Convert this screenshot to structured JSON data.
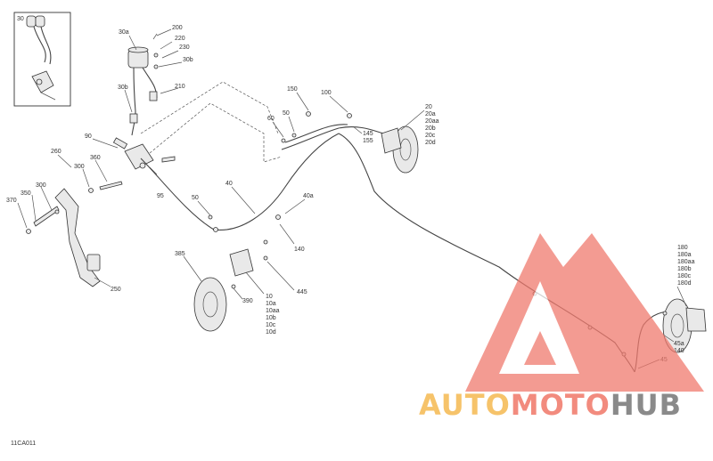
{
  "labels": {
    "inset": "30",
    "p200": "200",
    "p220": "220",
    "p230": "230",
    "p30a": "30a",
    "p30b_top": "30b",
    "p30b": "30b",
    "p210": "210",
    "p90": "90",
    "p95": "95",
    "p260": "260",
    "p300a": "300",
    "p360": "360",
    "p300b": "300",
    "p370": "370",
    "p350": "350",
    "p250": "250",
    "p40": "40",
    "p40a": "40a",
    "p50a": "50",
    "p140a": "140",
    "p150": "150",
    "p50b": "50",
    "p60": "60",
    "p100": "100",
    "p145": "145",
    "p155": "155",
    "p20_group": [
      "20",
      "20a",
      "20aa",
      "20b",
      "20c",
      "20d"
    ],
    "p385": "385",
    "p390": "390",
    "p445": "445",
    "p10_group": [
      "10",
      "10a",
      "10aa",
      "10b",
      "10c",
      "10d"
    ],
    "p180_group": [
      "180",
      "180a",
      "180aa",
      "180b",
      "180c",
      "180d"
    ],
    "p45a": "45a",
    "p140b": "140",
    "p45": "45"
  },
  "figure_code": "11CA011",
  "watermark": {
    "parts": [
      {
        "text": "AUTO",
        "color": "#f6c36a"
      },
      {
        "text": "MOTO",
        "color": "#f28b7e"
      },
      {
        "text": "HUB",
        "color": "#8a8a8a"
      }
    ],
    "triangle_color": "#f07a6e"
  }
}
